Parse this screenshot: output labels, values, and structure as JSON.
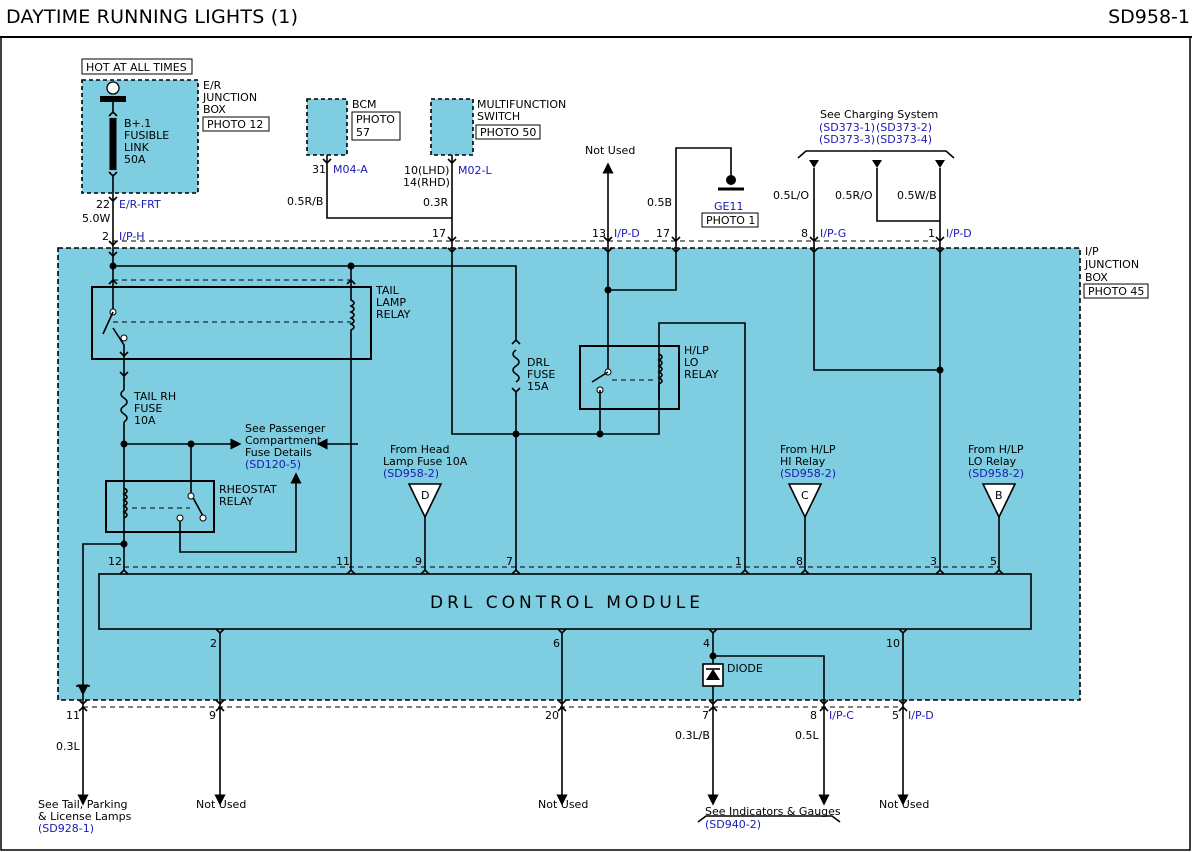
{
  "header": {
    "title": "DAYTIME RUNNING LIGHTS (1)",
    "code": "SD958-1"
  },
  "hot_at_all_times": "HOT AT ALL TIMES",
  "er_junction_box": [
    "E/R",
    "JUNCTION",
    "BOX"
  ],
  "photo_12": "PHOTO 12",
  "fusible_link": [
    "B+.1",
    "FUSIBLE",
    "LINK",
    "50A"
  ],
  "pin_22": "22",
  "er_frt": "E/R-FRT",
  "wire_5w": "5.0W",
  "pin_2_top": "2",
  "ip_h": "I/P-H",
  "bcm": "BCM",
  "bcm_photo": [
    "PHOTO",
    "57"
  ],
  "pin_31": "31",
  "m04a": "M04-A",
  "wire_05rb": "0.5R/B",
  "multifunction_switch": [
    "MULTIFUNCTION",
    "SWITCH"
  ],
  "photo_50": "PHOTO 50",
  "pin_10lhd": "10(LHD)",
  "pin_14rhd": "14(RHD)",
  "m02l": "M02-L",
  "wire_03r": "0.3R",
  "pin_17a": "17",
  "not_used_top": "Not Used",
  "pin_13": "13",
  "ip_d_top": "I/P-D",
  "wire_05b": "0.5B",
  "pin_17b": "17",
  "ge11": "GE11",
  "photo_1": "PHOTO 1",
  "see_charging": "See Charging System",
  "charging_refs": [
    "(SD373-1)",
    "(SD373-2)",
    "(SD373-3)",
    "(SD373-4)"
  ],
  "wire_05lo": "0.5L/O",
  "wire_05ro": "0.5R/O",
  "wire_05wb": "0.5W/B",
  "pin_8_top": "8",
  "ip_g": "I/P-G",
  "pin_1_top": "1",
  "ip_d_top2": "I/P-D",
  "ip_junction_box": [
    "I/P",
    "JUNCTION",
    "BOX"
  ],
  "photo_45": "PHOTO 45",
  "tail_lamp_relay": [
    "TAIL",
    "LAMP",
    "RELAY"
  ],
  "tail_rh_fuse": [
    "TAIL RH",
    "FUSE",
    "10A"
  ],
  "drl_fuse": [
    "DRL",
    "FUSE",
    "15A"
  ],
  "hlp_lo_relay": [
    "H/LP",
    "LO",
    "RELAY"
  ],
  "see_passenger": [
    "See Passenger",
    "Compartment",
    "Fuse Details"
  ],
  "sd120_5": "(SD120-5)",
  "rheostat_relay": [
    "RHEOSTAT",
    "RELAY"
  ],
  "from_head_lamp": [
    "From Head",
    "Lamp Fuse 10A"
  ],
  "sd958_2a": "(SD958-2)",
  "from_hlp_hi": [
    "From H/LP",
    "HI Relay"
  ],
  "sd958_2b": "(SD958-2)",
  "from_hlp_lo": [
    "From H/LP",
    "LO Relay"
  ],
  "sd958_2c": "(SD958-2)",
  "tri_d": "D",
  "tri_c": "C",
  "tri_b": "B",
  "module_top_pins": [
    "12",
    "11",
    "9",
    "7",
    "1",
    "8",
    "3",
    "5"
  ],
  "drl_module": "DRL CONTROL MODULE",
  "module_bottom_pins": [
    "2",
    "6",
    "4",
    "10"
  ],
  "diode": "DIODE",
  "bottom_pins": [
    "11",
    "9",
    "20",
    "7",
    "8",
    "5"
  ],
  "ip_c": "I/P-C",
  "ip_d_bottom": "I/P-D",
  "wire_03l": "0.3L",
  "wire_03lb": "0.3L/B",
  "wire_05l": "0.5L",
  "see_tail": [
    "See Tail, Parking",
    "& License Lamps"
  ],
  "sd928_1": "(SD928-1)",
  "not_used_b1": "Not Used",
  "not_used_b2": "Not Used",
  "see_indicators": "See Indicators & Gauges",
  "sd940_2": "(SD940-2)",
  "not_used_b3": "Not Used",
  "colors": {
    "box_fill": "#7ecde1",
    "wire": "#000000",
    "ref_text": "#1a1ab3"
  }
}
